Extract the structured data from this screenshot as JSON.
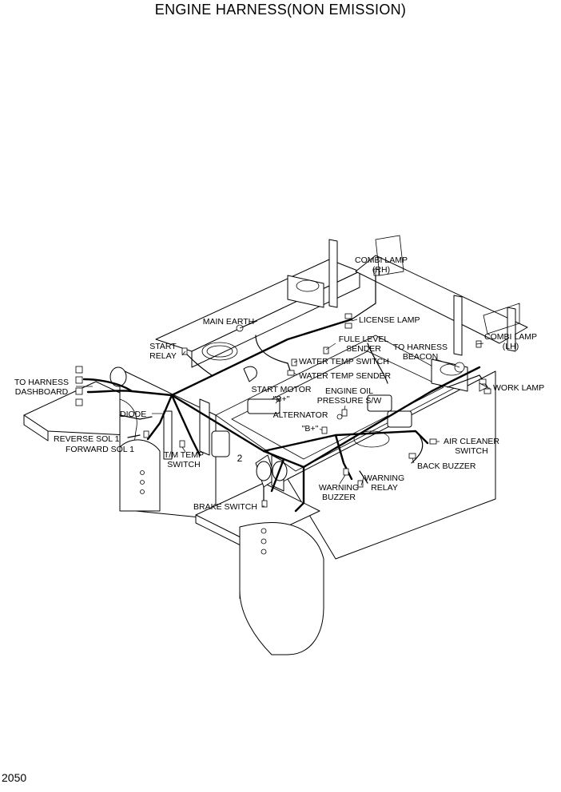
{
  "title": "ENGINE HARNESS(NON EMISSION)",
  "page_number": "2050",
  "labels": {
    "combi_lamp_rh": [
      "COMBI LAMP",
      "(RH)"
    ],
    "license_lamp": "LICENSE LAMP",
    "main_earth": "MAIN EARTH",
    "fuel_level_sender": [
      "FULE LEVEL",
      "SENDER"
    ],
    "to_harness_beacon": [
      "TO HARNESS",
      "BEACON"
    ],
    "combi_lamp_lh": [
      "COMBI LAMP",
      "(LH)"
    ],
    "start_relay": [
      "START",
      "RELAY"
    ],
    "water_temp_switch": "WATER TEMP SWITCH",
    "water_temp_sender": "WATER TEMP SENDER",
    "to_harness_dashboard": [
      "TO HARNESS",
      "DASHBOARD"
    ],
    "start_motor": [
      "START MOTOR",
      "\"B+\""
    ],
    "engine_oil_pressure": [
      "ENGINE OIL",
      "PRESSURE S/W"
    ],
    "work_lamp": "WORK LAMP",
    "diode": "DIODE",
    "alternator": "ALTERNATOR",
    "b_plus": "\"B+\"",
    "reverse_sol": "REVERSE SOL 1",
    "forward_sol": "FORWARD SOL 1",
    "air_cleaner_switch": [
      "AIR CLEANER",
      "SWITCH"
    ],
    "tm_temp_switch": [
      "T/M TEMP",
      "SWITCH"
    ],
    "item_2": "2",
    "back_buzzer": "BACK BUZZER",
    "warning_relay": [
      "WARNING",
      "RELAY"
    ],
    "warning_buzzer": [
      "WARNING",
      "BUZZER"
    ],
    "brake_switch": "BRAKE SWITCH"
  }
}
